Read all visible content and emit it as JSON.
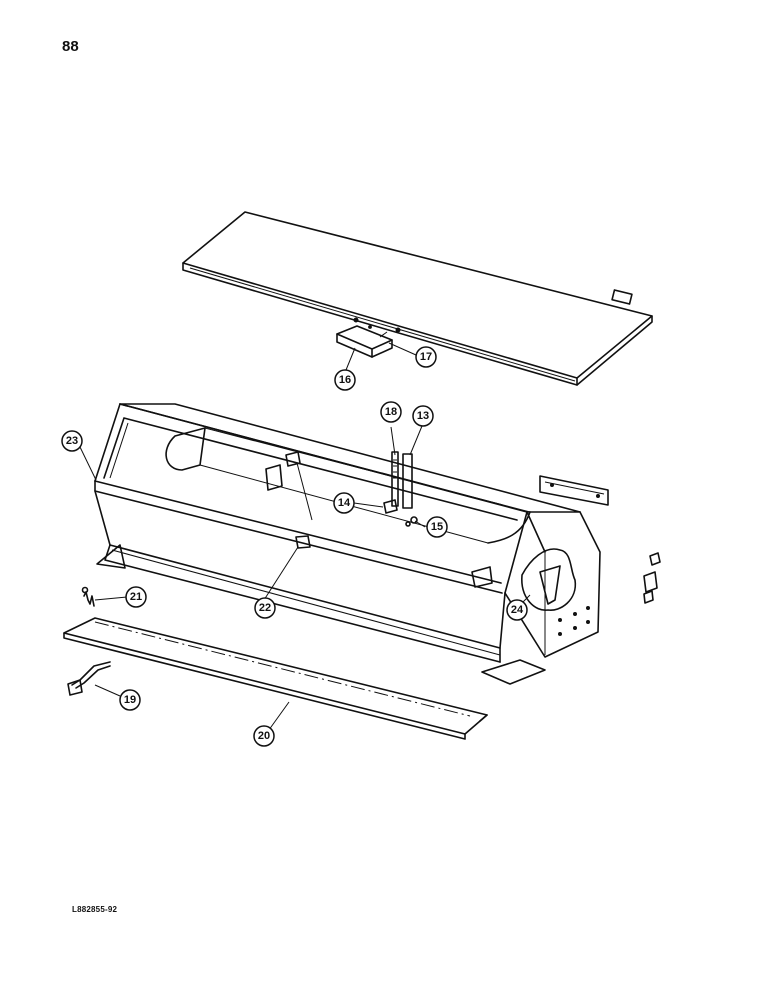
{
  "page": {
    "number": "88",
    "drawing_code": "L882855-92"
  },
  "callouts": {
    "c13": "13",
    "c14": "14",
    "c15": "15",
    "c16": "16",
    "c17": "17",
    "c18": "18",
    "c19": "19",
    "c20": "20",
    "c21": "21",
    "c22": "22",
    "c23": "23",
    "c24": "24"
  }
}
